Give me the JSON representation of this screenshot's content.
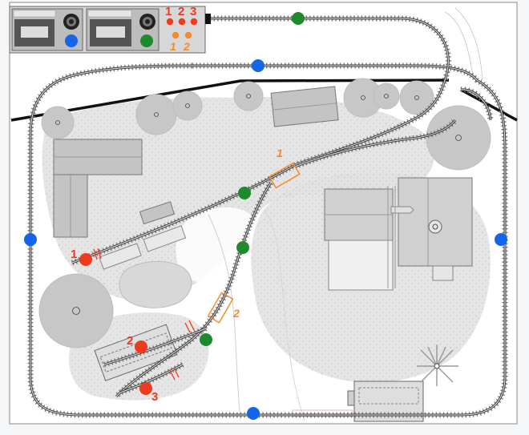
{
  "colors": {
    "blue": "#1565e8",
    "green": "#1e8a2e",
    "red": "#ee3a1e",
    "orange": "#f28c2e",
    "rail": "#3a3a3a",
    "tie": "#7a7a7a",
    "gravel": "#d2d2d2",
    "building": "#c4c4c4",
    "tree": "#c6c6c6"
  },
  "panel": {
    "red_numbers": [
      "1",
      "2",
      "3"
    ],
    "orange_numbers": [
      "1",
      "2"
    ]
  },
  "labels": {
    "red": [
      "1",
      "2",
      "3"
    ],
    "orange": [
      "1",
      "2"
    ]
  },
  "icons": {
    "controller": "train-controller-icon",
    "signal": "signal-marker-icon",
    "decoupler": "decoupler-icon",
    "turnout": "turnout-frame-icon"
  }
}
